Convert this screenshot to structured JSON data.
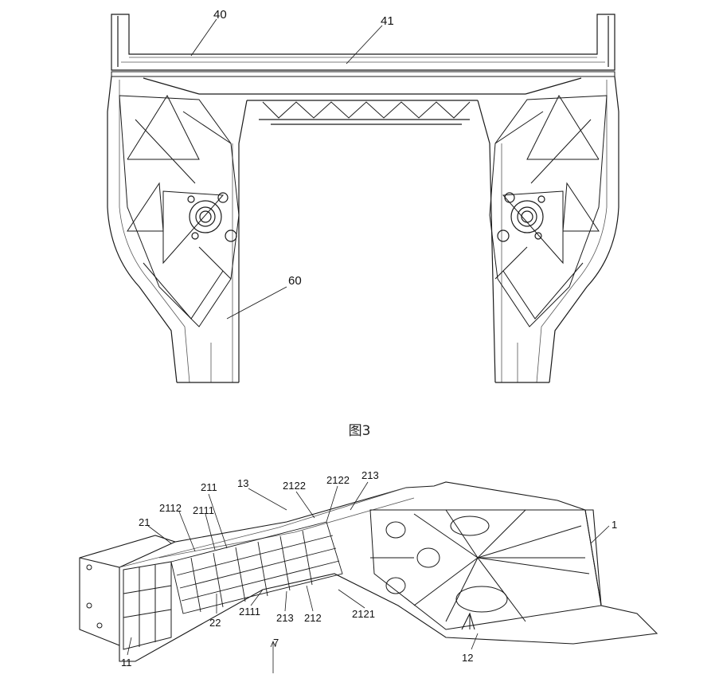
{
  "figure3": {
    "labels": {
      "l40": "40",
      "l41": "41",
      "l60": "60"
    },
    "caption": "图3"
  },
  "figure4": {
    "labels": {
      "l211": "211",
      "l13": "13",
      "l2122a": "2122",
      "l2122b": "2122",
      "l213a": "213",
      "l2112": "2112",
      "l2111a": "2111",
      "l21": "21",
      "l1": "1",
      "l22": "22",
      "l2111b": "2111",
      "l213b": "213",
      "l212": "212",
      "l2121": "2121",
      "l11": "11",
      "l12": "12",
      "l7": "7"
    }
  },
  "colors": {
    "line": "#1a1a1a",
    "thin": "#555555",
    "shade": "#e9e9e9"
  }
}
